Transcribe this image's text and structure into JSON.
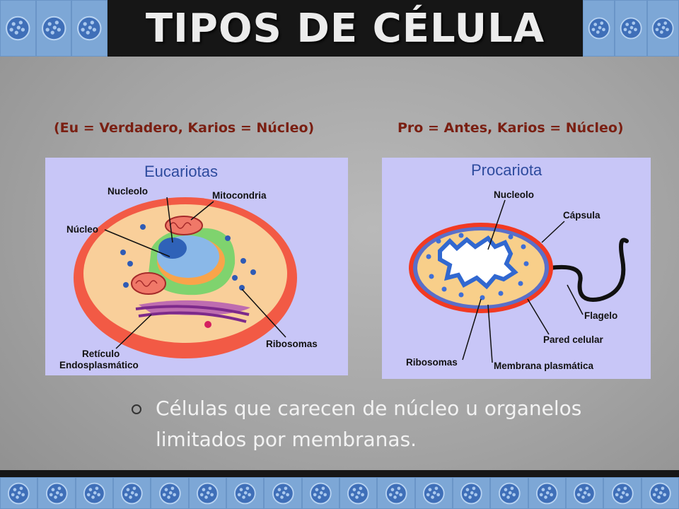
{
  "slide": {
    "title": "TIPOS DE CÉLULA",
    "subtitle_left": "(Eu = Verdadero, Karios = Núcleo)",
    "subtitle_right": "Pro = Antes, Karios = Núcleo)",
    "bullet": "Células que carecen de núcleo  u organelos limitados por membranas."
  },
  "eukaryote": {
    "title": "Eucariotas",
    "labels": {
      "nucleolo": "Nucleolo",
      "mitocondria": "Mitocondria",
      "nucleo": "Núcleo",
      "ribosomas": "Ribosomas",
      "reticulo_1": "Retículo",
      "reticulo_2": "Endosplasmático"
    }
  },
  "prokaryote": {
    "title": "Procariota",
    "labels": {
      "nucleolo": "Nucleolo",
      "capsula": "Cápsula",
      "flagelo": "Flagelo",
      "pared": "Pared celular",
      "ribosomas": "Ribosomas",
      "membrana": "Membrana plasmática"
    }
  },
  "colors": {
    "header_bg": "#161616",
    "tile_blue": "#7da7d6",
    "subtitle_red": "#7a1f12",
    "diagram_bg": "#c8c6f7",
    "text_light": "#f3f3f3"
  },
  "decor": {
    "tile_icon": "cell-tile-icon"
  }
}
